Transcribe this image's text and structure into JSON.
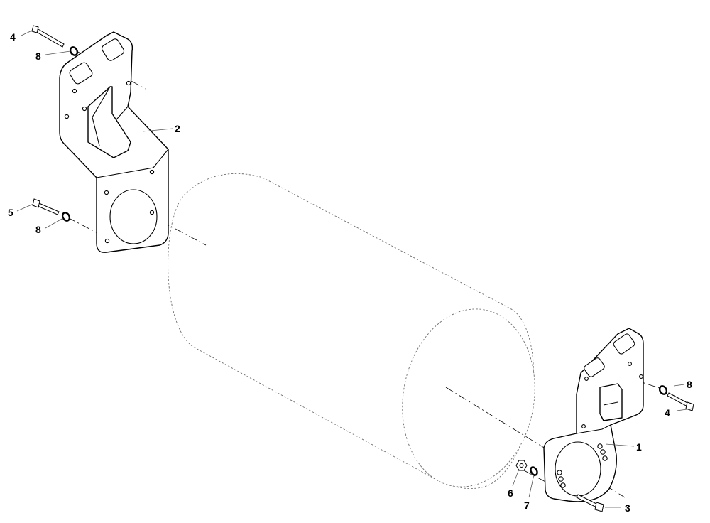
{
  "callouts": {
    "part_1": "1",
    "part_2": "2",
    "part_3": "3",
    "part_4_top": "4",
    "part_4_right": "4",
    "part_5": "5",
    "part_6": "6",
    "part_7": "7",
    "part_8_top": "8",
    "part_8_mid": "8",
    "part_8_right": "8"
  }
}
